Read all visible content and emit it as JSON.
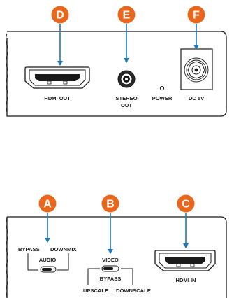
{
  "colors": {
    "callout": "#e8671d",
    "pointer": "#1f78b9",
    "outline": "#1a1a1a"
  },
  "top_panel": {
    "callouts": [
      "D",
      "E",
      "F"
    ],
    "labels": {
      "hdmi_out": "HDMI OUT",
      "stereo_line1": "STEREO",
      "stereo_line2": "OUT",
      "power": "POWER",
      "dc": "DC 5V"
    }
  },
  "bottom_panel": {
    "callouts": [
      "A",
      "B",
      "C"
    ],
    "labels": {
      "audio_bypass": "BYPASS",
      "audio_downmix": "DOWNMIX",
      "audio": "AUDIO",
      "video": "VIDEO",
      "video_bypass": "BYPASS",
      "upscale": "UPSCALE",
      "downscale": "DOWNSCALE",
      "hdmi_in": "HDMI IN"
    }
  }
}
